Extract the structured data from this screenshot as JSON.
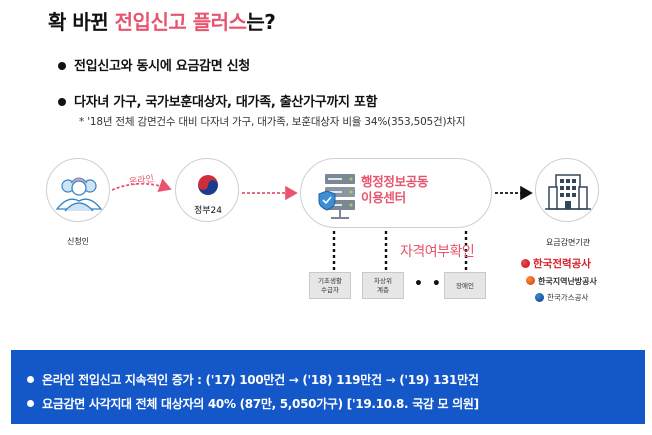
{
  "title": {
    "prefix": "확 바뀐 ",
    "highlight": "전입신고 플러스",
    "suffix": "는?"
  },
  "bullets": [
    "전입신고와 동시에 요금감면 신청",
    "다자녀 가구, 국가보훈대상자, 대가족, 출산가구까지 포함"
  ],
  "note": "* '18년 전체 감면건수 대비 다자녀 가구, 대가족, 보훈대상자 비율 34%(353,505건)차지",
  "diagram": {
    "applicant_label": "신청인",
    "online_label": "온라인",
    "gov_label": "정부24",
    "center_line1": "행정정보공동",
    "center_line2": "이용센터",
    "verify_label": "자격여부확인",
    "boxes": [
      {
        "line1": "기초생활",
        "line2": "수급자"
      },
      {
        "line1": "차상위",
        "line2": "계층"
      },
      {
        "line1": "장애인",
        "line2": ""
      }
    ],
    "ellipsis": "• • •",
    "org_label": "요금감면기관",
    "logos": [
      "한국전력공사",
      "한국지역난방공사",
      "한국가스공사"
    ]
  },
  "banner": [
    "온라인 전입신고 지속적인 증가 : ('17) 100만건 → ('18) 119만건 → ('19) 131만건",
    "요금감면 사각지대 전체 대상자의 40% (87만, 5,050가구) ['19.10.8. 국감 모 의원]"
  ],
  "colors": {
    "accent": "#e8546f",
    "banner": "#1357c9",
    "box": "#e6e6e6"
  }
}
